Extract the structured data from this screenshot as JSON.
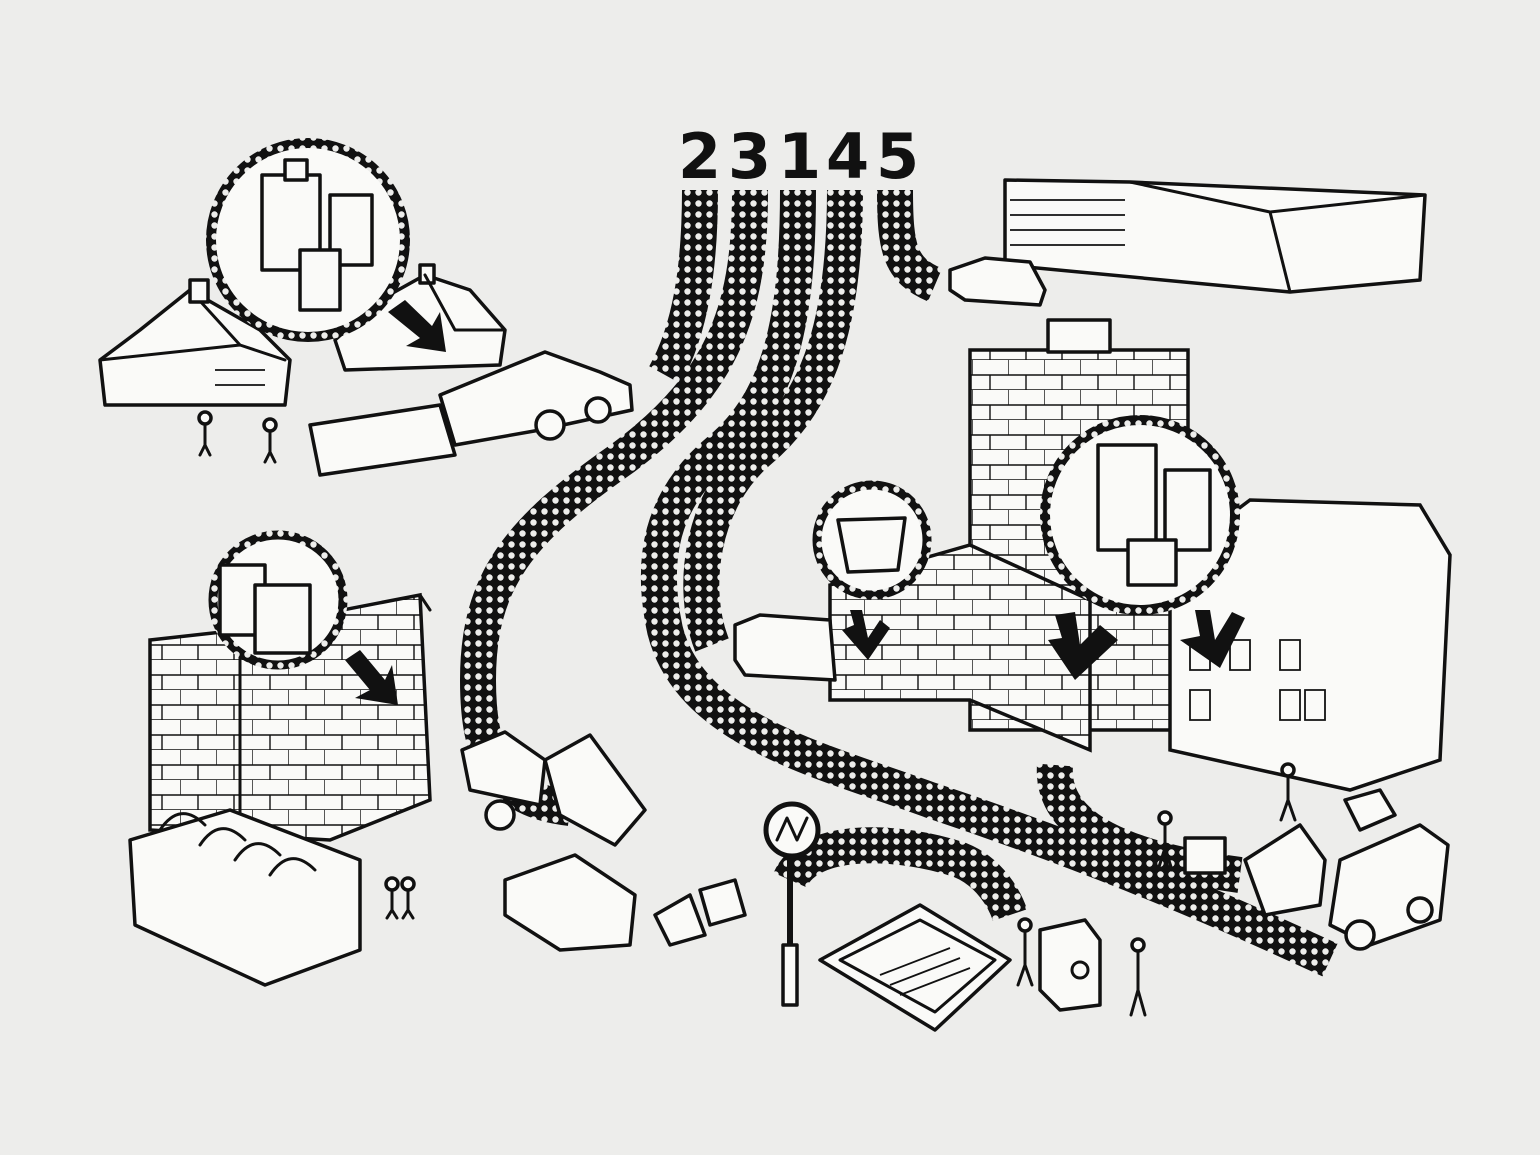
{
  "diagram": {
    "route_numbers": [
      "2",
      "3",
      "1",
      "4",
      "5"
    ]
  },
  "colors": {
    "paper": "#ededeb",
    "ink": "#111111",
    "fill": "#fafaf8"
  }
}
